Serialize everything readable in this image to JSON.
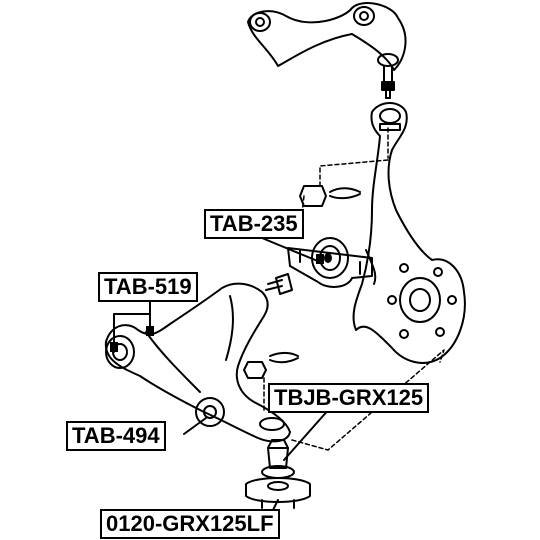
{
  "labels": {
    "tab_235": "TAB-235",
    "tab_519": "TAB-519",
    "tab_494": "TAB-494",
    "tbjb_grx125": "TBJB-GRX125",
    "part_0120_grx125lf": "0120-GRX125LF"
  },
  "colors": {
    "line": "#000000",
    "background": "#ffffff"
  }
}
